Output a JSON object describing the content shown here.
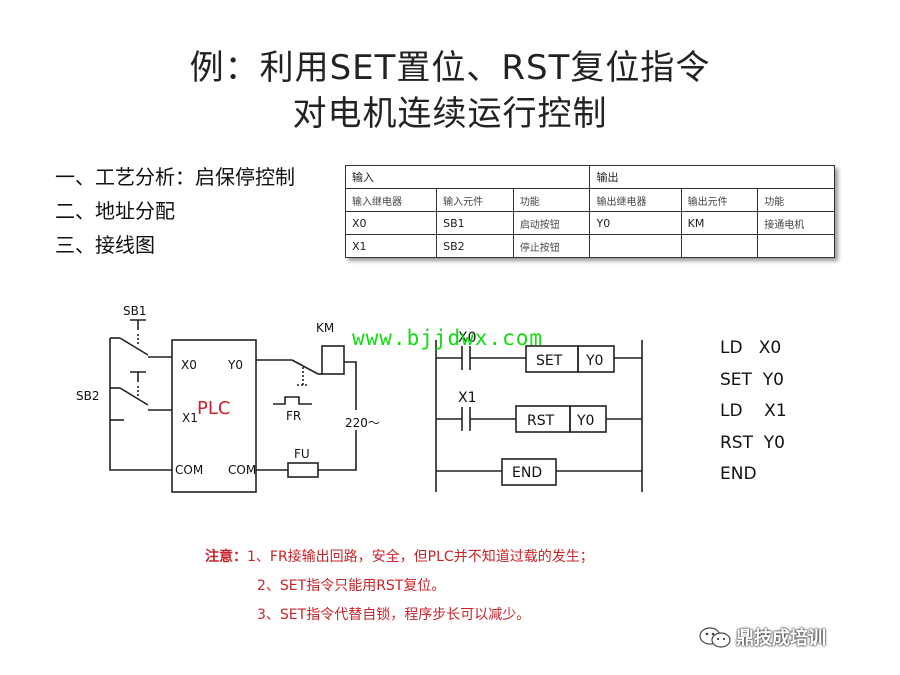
{
  "title": {
    "line1": "例：利用SET置位、RST复位指令",
    "line2": "对电机连续运行控制"
  },
  "steps": [
    "一、工艺分析：启保停控制",
    "二、地址分配",
    "三、接线图"
  ],
  "io_table": {
    "group_input": "输入",
    "group_output": "输出",
    "headers": [
      "输入继电器",
      "输入元件",
      "功能",
      "输出继电器",
      "输出元件",
      "功能"
    ],
    "rows": [
      [
        "X0",
        "SB1",
        "启动按钮",
        "Y0",
        "KM",
        "接通电机"
      ],
      [
        "X1",
        "SB2",
        "停止按钮",
        "",
        "",
        ""
      ]
    ]
  },
  "wiring": {
    "sb1": "SB1",
    "sb2": "SB2",
    "x0": "X0",
    "x1": "X1",
    "y0": "Y0",
    "plc": "PLC",
    "com_left": "COM",
    "com_right": "COM",
    "km": "KM",
    "fr": "FR",
    "fu": "FU",
    "voltage": "220～"
  },
  "watermark": "www.bjjdwx.com",
  "ladder": {
    "x0": "X0",
    "x1": "X1",
    "set": "SET",
    "rst": "RST",
    "y0_a": "Y0",
    "y0_b": "Y0",
    "end": "END"
  },
  "program": [
    "LD   X0",
    "SET  Y0",
    "LD    X1",
    "RST  Y0",
    "END"
  ],
  "notes": {
    "lead": "注意：",
    "item1": "1、FR接输出回路，安全，但PLC并不知道过载的发生；",
    "item2": "2、SET指令只能用RST复位。",
    "item3": "3、SET指令代替自锁，程序步长可以减少。"
  },
  "brand": "鼎技成培训",
  "colors": {
    "plc_label": "#c8242a",
    "notes": "#c8242a",
    "watermark": "#11dd11"
  }
}
